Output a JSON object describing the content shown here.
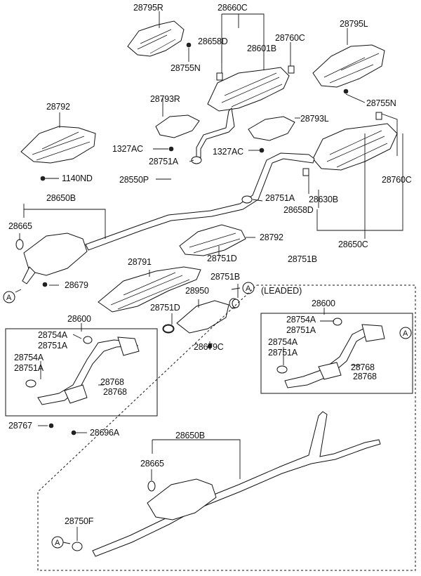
{
  "section_label": "(LEADED)",
  "ref_marker": "A",
  "parts": [
    "28795R",
    "28660C",
    "28795L",
    "28658D",
    "28760C",
    "28601B",
    "28755N",
    "28755N",
    "28792",
    "28793R",
    "28793L",
    "1327AC",
    "1327AC",
    "28751A",
    "1140ND",
    "28550P",
    "28760C",
    "28630B",
    "28751A",
    "28658D",
    "28650B",
    "28665",
    "28792",
    "28650C",
    "28751D",
    "28751B",
    "28791",
    "28751B",
    "28950",
    "28679",
    "28751D",
    "28679C",
    "28600",
    "28754A",
    "28751A",
    "28754A",
    "28751A",
    "28768",
    "28768",
    "28767",
    "28696A",
    "28600",
    "28754A",
    "28751A",
    "28754A",
    "28751A",
    "28768",
    "28768",
    "28650B",
    "28665",
    "28750F"
  ]
}
